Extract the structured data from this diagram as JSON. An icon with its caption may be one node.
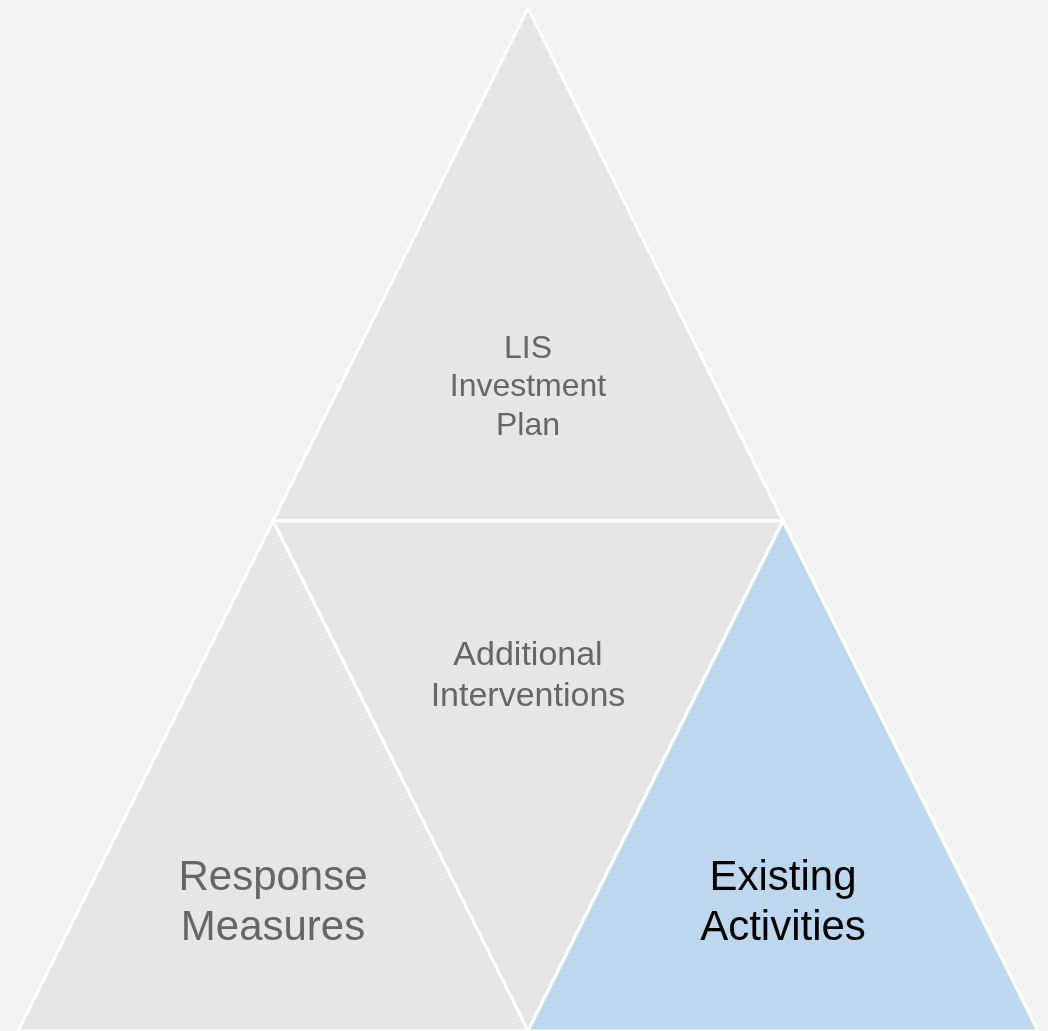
{
  "diagram": {
    "nodes": [
      {
        "text": [
          "LIS Investment Plan"
        ]
      },
      {
        "text": [
          "Additional Interventions"
        ]
      },
      {
        "text": [
          "Response Measures"
        ]
      },
      {
        "text": [
          "Existing Activities"
        ]
      }
    ]
  }
}
